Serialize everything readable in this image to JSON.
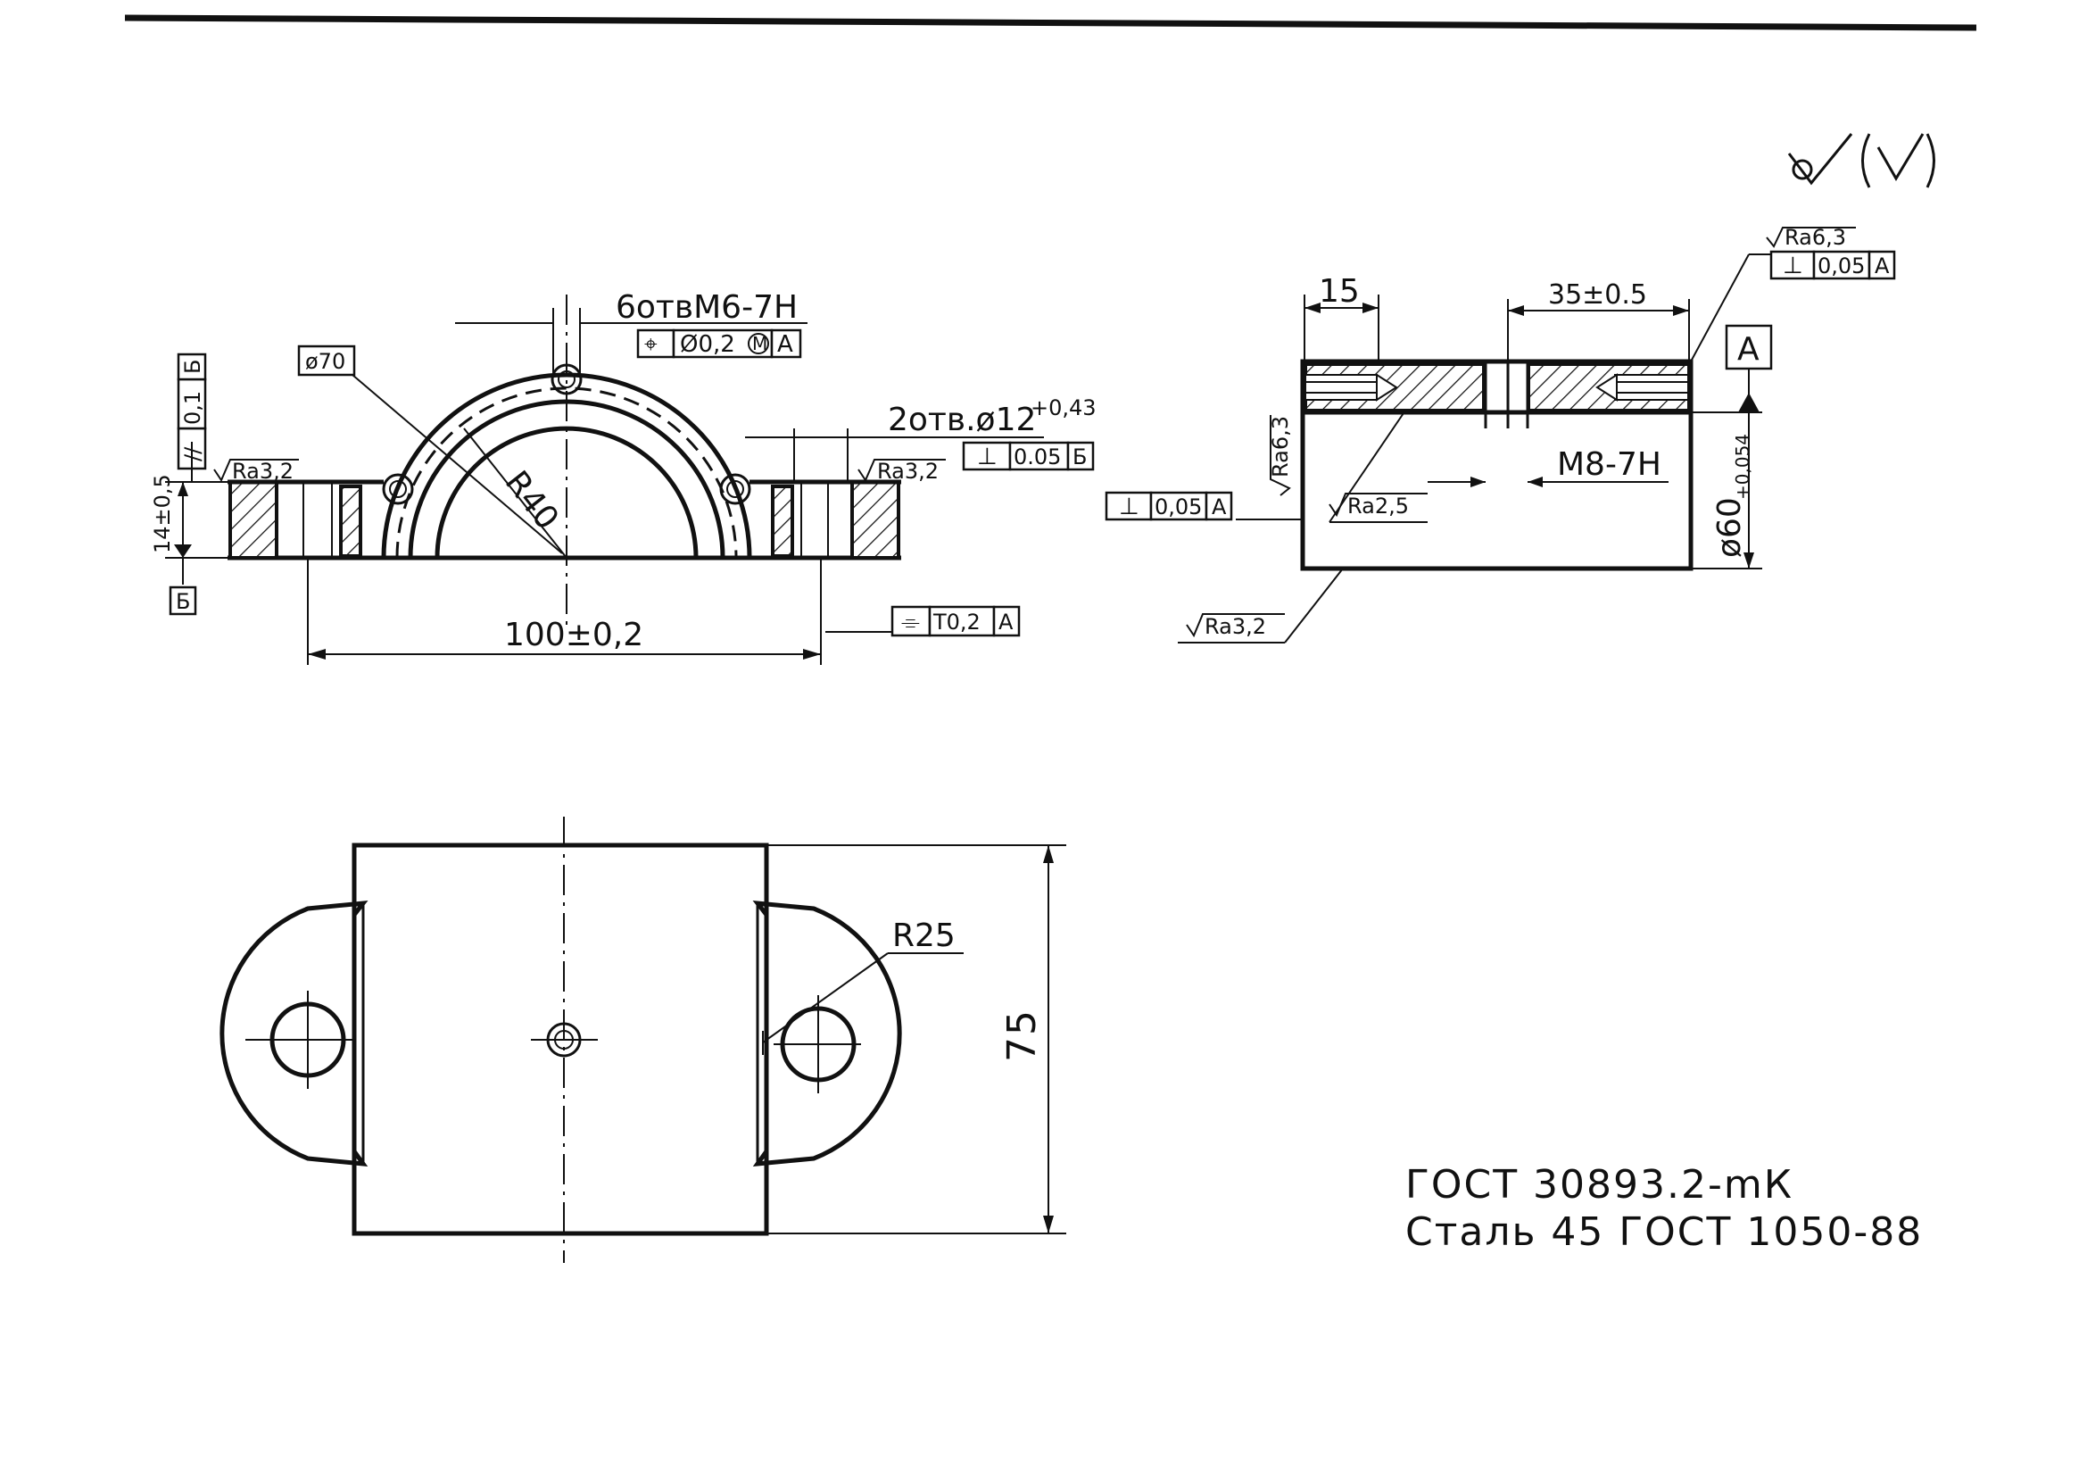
{
  "title_block": {
    "line1": "ГОСТ 30893.2-mК",
    "line2": "Сталь 45 ГОСТ 1050-88"
  },
  "front_view": {
    "threaded_holes": "6отвМ6-7Н",
    "position_tol_symbol": "⌖",
    "position_tol_value": "Ø0,2",
    "position_tol_modifier": "M",
    "position_tol_datum": "А",
    "diameter_label": "ø70",
    "radius_label": "R40",
    "holes_label": "2отв.ø12",
    "holes_tolerance": "+0,43",
    "perp_symbol": "⊥",
    "perp_value": "0.05",
    "perp_datum": "Б",
    "parallel_symbol": "//",
    "parallel_value": "0,1",
    "parallel_datum": "Б",
    "roughness_left": "Ra3,2",
    "roughness_right": "Ra3,2",
    "thickness_dim": "14±0,5",
    "datum_label": "Б",
    "width_dim": "100±0,2",
    "symmetry_symbol": "⌯",
    "symmetry_value": "T0,2",
    "symmetry_datum": "А"
  },
  "side_view": {
    "dim_15": "15",
    "dim_35": "35±0.5",
    "roughness_top": "Ra6,3",
    "perp_top_symbol": "⊥",
    "perp_top_value": "0,05",
    "perp_top_datum": "А",
    "datum_a": "А",
    "roughness_left": "Ra6,3",
    "thread_label": "М8-7Н",
    "roughness_mid": "Ra2,5",
    "perp_left_symbol": "⊥",
    "perp_left_value": "0,05",
    "perp_left_datum": "А",
    "diameter_dim": "ø60",
    "diameter_tol": "+0,054",
    "roughness_bottom": "Ra3,2"
  },
  "top_view": {
    "radius_label": "R25",
    "length_dim": "75"
  }
}
